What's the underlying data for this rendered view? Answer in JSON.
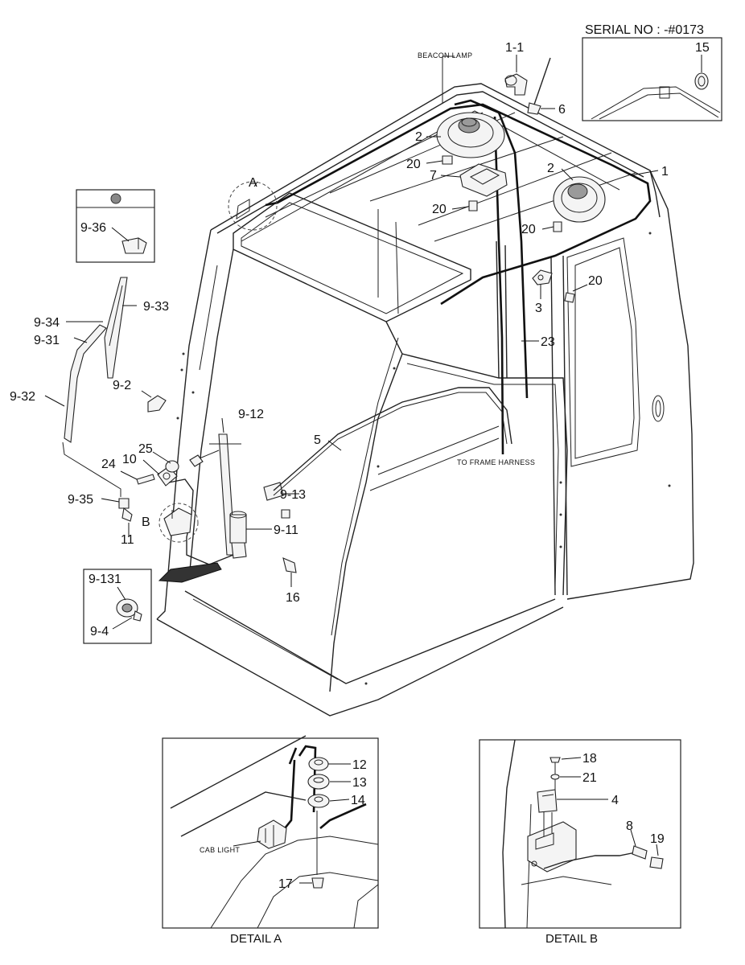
{
  "serial_label": "SERIAL NO : -#0173",
  "annotations": {
    "beacon_lamp": "BEACON LAMP",
    "to_frame_harness": "TO FRAME HARNESS",
    "cab_light": "CAB LIGHT"
  },
  "details": {
    "detail_a_marker": "A",
    "detail_b_marker": "B",
    "detail_a_caption": "DETAIL A",
    "detail_b_caption": "DETAIL B"
  },
  "part_numbers": {
    "p1_1": "1-1",
    "p6": "6",
    "p2_top": "2",
    "p20_a": "20",
    "p7": "7",
    "p20_b": "20",
    "p2_right": "2",
    "p1": "1",
    "p20_c": "20",
    "p20_d": "20",
    "p3": "3",
    "p23": "23",
    "p15": "15",
    "p9_36": "9-36",
    "p9_34": "9-34",
    "p9_33": "9-33",
    "p9_31": "9-31",
    "p9_2": "9-2",
    "p9_32": "9-32",
    "p9_12": "9-12",
    "p5": "5",
    "p25": "25",
    "p10": "10",
    "p24": "24",
    "p9_13": "9-13",
    "p9_35": "9-35",
    "p11": "11",
    "p9_11": "9-11",
    "p16": "16",
    "p9_131": "9-131",
    "p9_4": "9-4",
    "p12": "12",
    "p13": "13",
    "p14": "14",
    "p17": "17",
    "p18": "18",
    "p21": "21",
    "p4": "4",
    "p8": "8",
    "p19": "19"
  }
}
